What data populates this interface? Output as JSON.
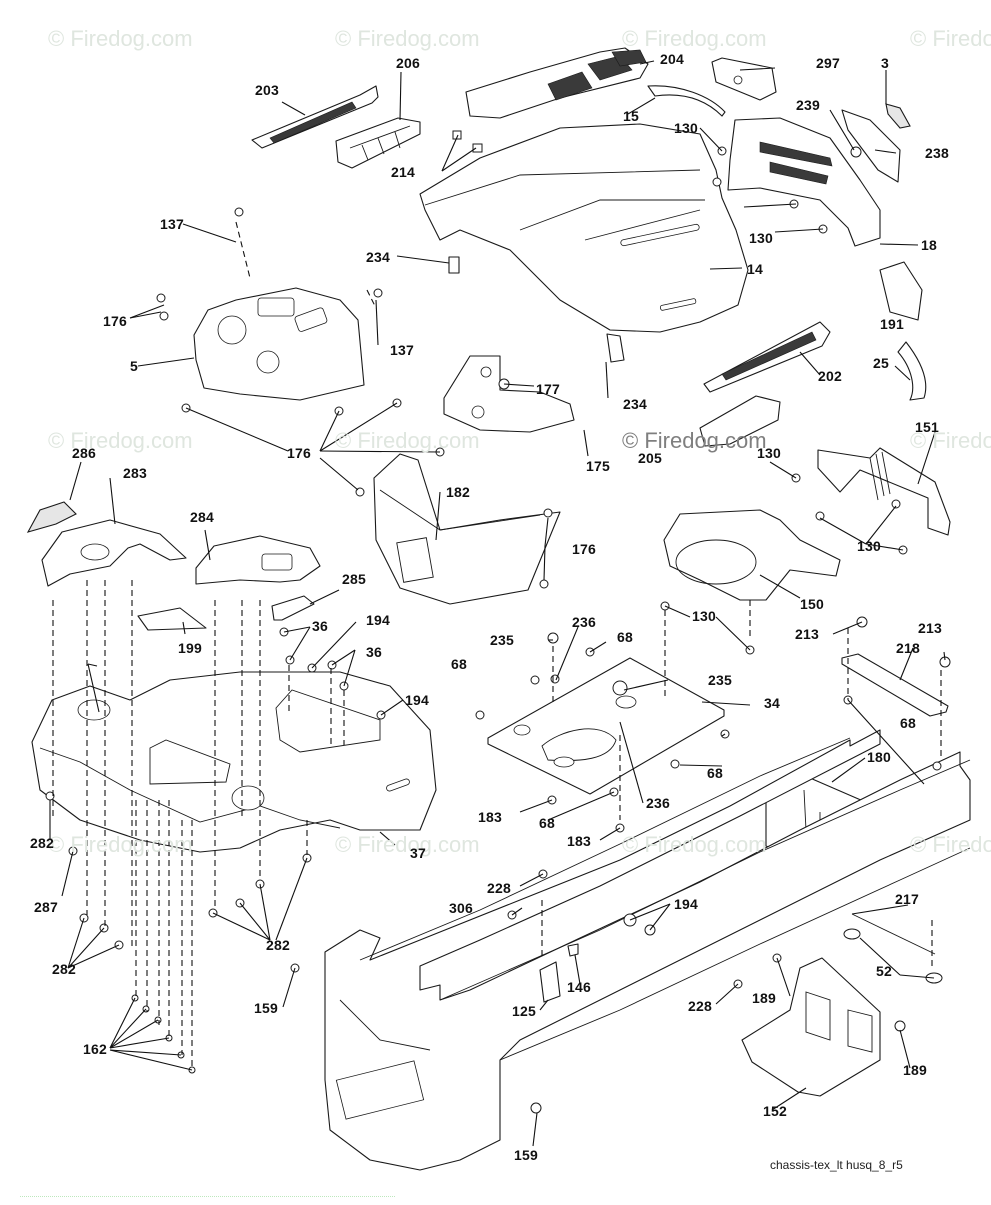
{
  "diagram": {
    "title": "Chassis / Enclosures parts diagram",
    "caption": "chassis-tex_lt husq_8_r5",
    "line_color": "#1a1a1a",
    "background": "#ffffff",
    "watermark_color": "#dfe6df",
    "watermarks": [
      "© Firedog.com",
      "© Firedog.com",
      "© Firedog.com",
      "© Firedog.com",
      "© Firedog.com",
      "© Firedog.com",
      "© Firedog.com",
      "© Firedog.com",
      "© Firedog.com",
      "© Firedog.com",
      "© Firedog.com",
      "© Firedog.com"
    ],
    "callouts": [
      {
        "id": "c203",
        "label": "203"
      },
      {
        "id": "c206",
        "label": "206"
      },
      {
        "id": "c204",
        "label": "204"
      },
      {
        "id": "c297",
        "label": "297"
      },
      {
        "id": "c3",
        "label": "3"
      },
      {
        "id": "c15",
        "label": "15"
      },
      {
        "id": "c239",
        "label": "239"
      },
      {
        "id": "c130a",
        "label": "130"
      },
      {
        "id": "c238",
        "label": "238"
      },
      {
        "id": "c214",
        "label": "214"
      },
      {
        "id": "c137a",
        "label": "137"
      },
      {
        "id": "c130b",
        "label": "130"
      },
      {
        "id": "c18",
        "label": "18"
      },
      {
        "id": "c234a",
        "label": "234"
      },
      {
        "id": "c14",
        "label": "14"
      },
      {
        "id": "c176a",
        "label": "176"
      },
      {
        "id": "c137b",
        "label": "137"
      },
      {
        "id": "c191",
        "label": "191"
      },
      {
        "id": "c5",
        "label": "5"
      },
      {
        "id": "c177",
        "label": "177"
      },
      {
        "id": "c202",
        "label": "202"
      },
      {
        "id": "c25",
        "label": "25"
      },
      {
        "id": "c234b",
        "label": "234"
      },
      {
        "id": "c175",
        "label": "175"
      },
      {
        "id": "c176b",
        "label": "176"
      },
      {
        "id": "c205",
        "label": "205"
      },
      {
        "id": "c151",
        "label": "151"
      },
      {
        "id": "c130c",
        "label": "130"
      },
      {
        "id": "c286",
        "label": "286"
      },
      {
        "id": "c283",
        "label": "283"
      },
      {
        "id": "c182",
        "label": "182"
      },
      {
        "id": "c176c",
        "label": "176"
      },
      {
        "id": "c130d",
        "label": "130"
      },
      {
        "id": "c284",
        "label": "284"
      },
      {
        "id": "c285",
        "label": "285"
      },
      {
        "id": "c150",
        "label": "150"
      },
      {
        "id": "c130e",
        "label": "130"
      },
      {
        "id": "c213a",
        "label": "213"
      },
      {
        "id": "c213b",
        "label": "213"
      },
      {
        "id": "c199",
        "label": "199"
      },
      {
        "id": "c36a",
        "label": "36"
      },
      {
        "id": "c194a",
        "label": "194"
      },
      {
        "id": "c235a",
        "label": "235"
      },
      {
        "id": "c236a",
        "label": "236"
      },
      {
        "id": "c68a",
        "label": "68"
      },
      {
        "id": "c218",
        "label": "218"
      },
      {
        "id": "c36b",
        "label": "36"
      },
      {
        "id": "c68b",
        "label": "68"
      },
      {
        "id": "c235b",
        "label": "235"
      },
      {
        "id": "c194b",
        "label": "194"
      },
      {
        "id": "c34",
        "label": "34"
      },
      {
        "id": "c68c",
        "label": "68"
      },
      {
        "id": "c68d",
        "label": "68"
      },
      {
        "id": "c236b",
        "label": "236"
      },
      {
        "id": "c180",
        "label": "180"
      },
      {
        "id": "c183a",
        "label": "183"
      },
      {
        "id": "c68e",
        "label": "68"
      },
      {
        "id": "c183b",
        "label": "183"
      },
      {
        "id": "c282a",
        "label": "282"
      },
      {
        "id": "c37",
        "label": "37"
      },
      {
        "id": "c287",
        "label": "287"
      },
      {
        "id": "c228a",
        "label": "228"
      },
      {
        "id": "c306",
        "label": "306"
      },
      {
        "id": "c194c",
        "label": "194"
      },
      {
        "id": "c217",
        "label": "217"
      },
      {
        "id": "c282b",
        "label": "282"
      },
      {
        "id": "c282c",
        "label": "282"
      },
      {
        "id": "c52",
        "label": "52"
      },
      {
        "id": "c146",
        "label": "146"
      },
      {
        "id": "c159a",
        "label": "159"
      },
      {
        "id": "c125",
        "label": "125"
      },
      {
        "id": "c228b",
        "label": "228"
      },
      {
        "id": "c189a",
        "label": "189"
      },
      {
        "id": "c162",
        "label": "162"
      },
      {
        "id": "c189b",
        "label": "189"
      },
      {
        "id": "c152",
        "label": "152"
      },
      {
        "id": "c159b",
        "label": "159"
      }
    ]
  }
}
